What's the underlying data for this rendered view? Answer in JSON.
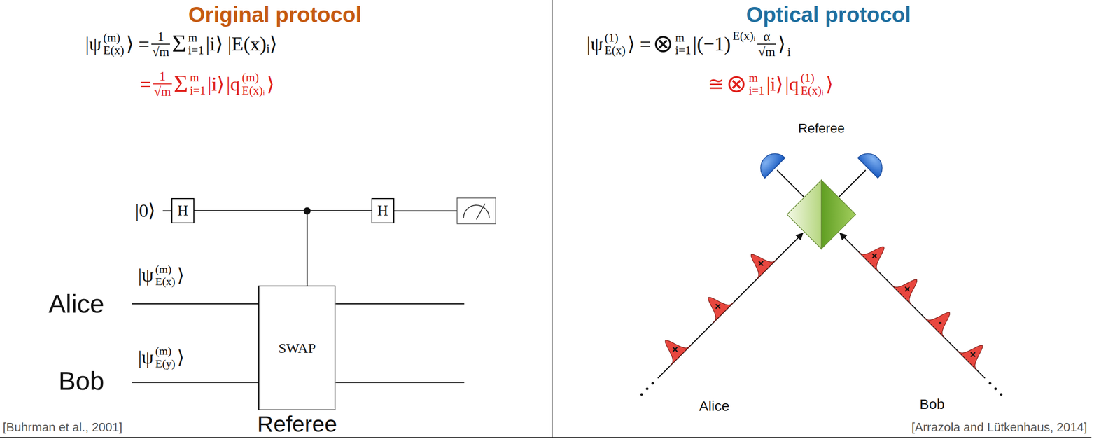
{
  "diagram": {
    "nodes": [
      {
        "text": [
          "H"
        ]
      },
      {
        "text": [
          "H"
        ]
      },
      {
        "text": [
          "SWAP"
        ]
      }
    ],
    "edges": [
      {
        "from": 0,
        "to": 1,
        "arrow": "none"
      }
    ],
    "labels": [
      "Original protocol",
      "Optical protocol",
      "|ψ",
      "(m)",
      "E(x)",
      "⟩ =",
      "1",
      "√m",
      "Σ",
      "m",
      "i=1",
      "|i⟩ |E(x)ᵢ⟩",
      "=",
      "1",
      "√m",
      "Σ",
      "m",
      "i=1",
      "|i⟩",
      "|q",
      "(m)",
      "E(x)ᵢ",
      "⟩",
      "|ψ",
      "(1)",
      "E(x)",
      "⟩ =",
      "⊗",
      "m",
      "i=1",
      "|(−1)",
      "E(x)ᵢ",
      "α",
      "√m",
      "⟩",
      "i",
      "≅",
      "⊗",
      "m",
      "i=1",
      "|i⟩",
      "|q",
      "(1)",
      "E(x)ᵢ",
      "⟩",
      "|0⟩",
      "|ψ",
      "(m)",
      "E(x)",
      "⟩",
      "|ψ",
      "(m)",
      "E(y)",
      "⟩",
      "Alice",
      "Bob",
      "Referee",
      "[Buhrman et al., 2001]",
      "Referee",
      "Alice",
      "Bob",
      "[Arrazola and Lütkenhaus, 2014]",
      "×",
      "×",
      "×",
      "×",
      "×",
      "-",
      "×"
    ]
  }
}
